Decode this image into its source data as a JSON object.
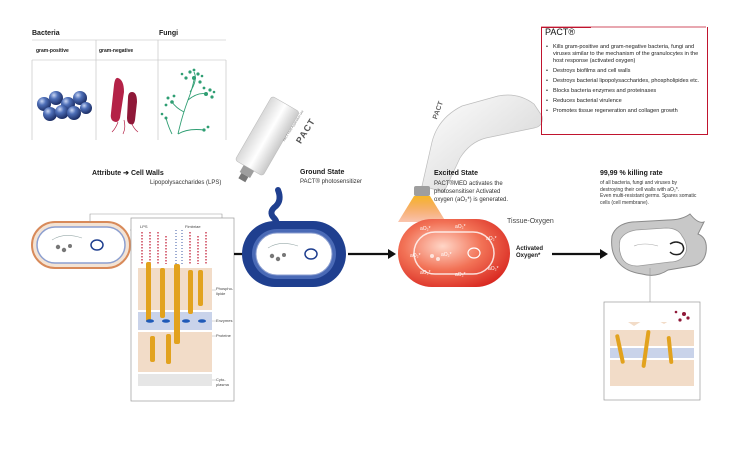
{
  "top_labels": {
    "bacteria": "Bacteria",
    "gram_positive": "gram-positive",
    "gram_negative": "gram-negative",
    "fungi": "Fungi"
  },
  "attribute": {
    "label": "Attribute",
    "arrow": "➔",
    "cell_walls": "Cell Walls",
    "lps": "Lipopolysaccharides (LPS)"
  },
  "wall_detail": {
    "lps": "LPS",
    "fimbriae": "Fimbriae",
    "phospholipids": "Phospho-lipide",
    "enzymes": "Enzymes",
    "proteins": "Proteine",
    "cytoplasm": "Cyto-plasma"
  },
  "tube": {
    "brand": "PACT",
    "product_line": "PACT Fluid Application Gel"
  },
  "ground_state": {
    "title": "Ground State",
    "subtitle": "PACT® photosensitizer"
  },
  "excited_state": {
    "title": "Excited State",
    "line1": "PACT®MED activates the",
    "line2": "photosensitiser Activated",
    "line3": "oxygen (aO₂*) is generated."
  },
  "tissue_oxygen": "Tissue-Oxygen",
  "ao2_label": "aO₂*",
  "activated_oxygen": {
    "line1": "Activated",
    "line2": "Oxygen*"
  },
  "device": {
    "brand": "PACT"
  },
  "killing": {
    "title": "99,99 % killing rate",
    "line1": "of all bacteria, fungi and viruses by",
    "line2": "destroying their cell walls with aO₂*.",
    "line3": "Even multi-resistant germs. Spares somatic",
    "line4": "cells (cell membrane)."
  },
  "pact": {
    "title": "PACT®",
    "items": [
      "Kills gram-positive and gram-negative bacteria, fungi and viruses similar to the mechanism of the granulocytes in the host response (activated oxygen)",
      "Destroys biofilms and cell walls",
      "Destroys bacterial lipopolysaccharides, phospholipides etc.",
      "Blocks bacteria enzymes and proteinases",
      "Reduces bacterial virulence",
      "Promotes tissue regeneration and collagen growth"
    ]
  },
  "colors": {
    "accent_red": "#c0142e",
    "navy": "#1f3f8f",
    "bacteria_blue": "#3b5aa6",
    "gram_neg_red": "#b42247",
    "fungi_green": "#2f9e73",
    "orange": "#e8911a"
  }
}
